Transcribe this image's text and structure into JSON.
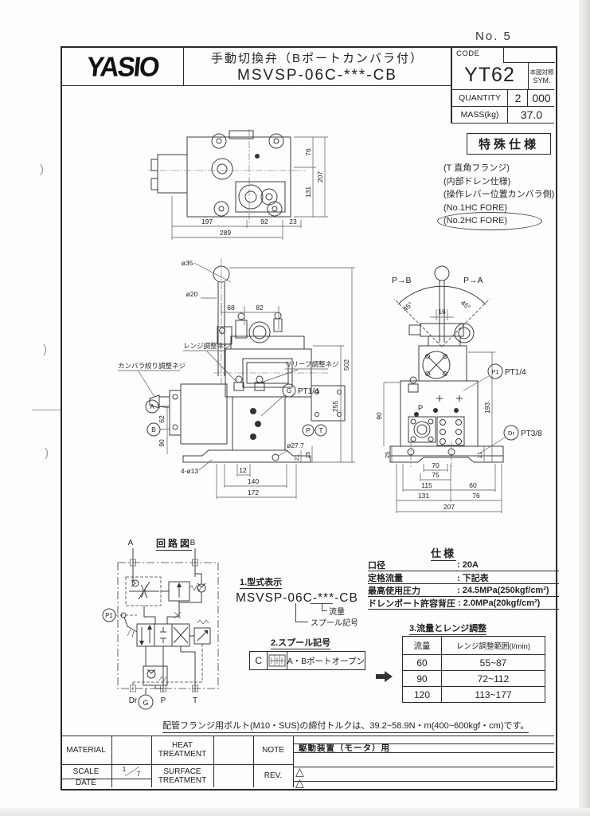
{
  "page": {
    "no": "No. 5"
  },
  "header": {
    "logo": "YASIO",
    "title_line1": "手動切換弁（Bポートカンバラ付）",
    "title_line2": "MSVSP-06C-***-CB",
    "code_label": "CODE",
    "code_value": "YT62",
    "sym_label1": "本図対照",
    "sym_label2": "SYM.",
    "quantity_label": "QUANTITY",
    "quantity_value": "2",
    "quantity_extra": "000",
    "mass_label": "MASS(kg)",
    "mass_value": "37.0"
  },
  "special": {
    "title": "特殊仕様",
    "note1": "(T 直角フランジ)",
    "note2": "(内部ドレン仕様)",
    "note3": "(操作レバー位置カンバラ側)",
    "note4": "(No.1HC FORE)",
    "note5": "(No.2HC FORE)"
  },
  "views": {
    "top": {
      "dims": {
        "w1": "197",
        "w2": "92",
        "w3": "23",
        "wt": "289",
        "h1": "76",
        "h2": "131",
        "ht": "207"
      }
    },
    "front": {
      "dims": {
        "dia_knob": "ø35",
        "dia_shaft": "ø20",
        "w1": "68",
        "w2": "82",
        "ht": "502",
        "hb": "255",
        "hab": "62",
        "hbase": "90",
        "b1": "12",
        "b2": "140",
        "b3": "172",
        "dport": "ø27.7",
        "t1": "21",
        "t2": "25",
        "holes": "4-ø13"
      },
      "labels": {
        "range_screw": "レンジ調整ネジ",
        "camber_screw": "カンバラ絞り調整ネジ",
        "relief_screw": "リリーフ調整ネジ",
        "g": "G",
        "g_size": "PT1/4",
        "a": "A",
        "b": "B",
        "p": "P",
        "t": "T"
      }
    },
    "side": {
      "dims": {
        "angl": "45°",
        "angr": "45°",
        "wl": "16",
        "h1": "90",
        "h2": "25",
        "hblk": "193",
        "t1": "21",
        "b1": "70",
        "b2": "75",
        "b3": "115",
        "b4": "60",
        "b5": "131",
        "b6": "76",
        "bt": "207"
      },
      "labels": {
        "dir_b": "P→B",
        "dir_a": "P→A",
        "p1": "P1",
        "p1_size": "PT1/4",
        "dr": "Dr",
        "dr_size": "PT3/8",
        "p": "P"
      }
    }
  },
  "circuit": {
    "title": "回路図",
    "ports": {
      "a": "A",
      "b": "B",
      "p1": "P1",
      "dr": "Dr",
      "g": "G",
      "p": "P",
      "t": "T"
    }
  },
  "model_code": {
    "title": "1.型式表示",
    "code": "MSVSP-06C-***-CB",
    "flow_label": "流量",
    "spool_label": "スプール記号"
  },
  "spool": {
    "title": "2.スプール記号",
    "code": "C",
    "desc": "A・Bポートオープン"
  },
  "spec": {
    "title": "仕様",
    "rows": [
      {
        "label": "口径",
        "value": ": 20A"
      },
      {
        "label": "定格流量",
        "value": ": 下記表"
      },
      {
        "label": "最高使用圧力",
        "value": ": 24.5MPa(250kgf/cm²)"
      },
      {
        "label": "ドレンポート許容背圧",
        "value": ": 2.0MPa(20kgf/cm²)"
      }
    ]
  },
  "flow_table": {
    "title": "3.流量とレンジ調整",
    "col1": "流量",
    "col2": "レンジ調整範囲(l/min)",
    "rows": [
      {
        "flow": "60",
        "range": "55~87"
      },
      {
        "flow": "90",
        "range": "72~112"
      },
      {
        "flow": "120",
        "range": "113~177"
      }
    ]
  },
  "torque_note": "配管フランジ用ボルト(M10・SUS)の締付トルクは、39.2~58.9N・m(400~600kgf・cm)です。",
  "footer": {
    "material": "MATERIAL",
    "heat1": "HEAT",
    "heat2": "TREATMENT",
    "note": "NOTE",
    "note_value": "駆動装置（モータ）用",
    "scale": "SCALE",
    "scale_num": "1",
    "scale_den": "7",
    "surface1": "SURFACE",
    "surface2": "TREATMENT",
    "rev": "REV.",
    "date": "DATE",
    "tri": "△"
  },
  "scan_marks": {
    "m1": ")",
    "m2": ")",
    "m3": ")"
  }
}
